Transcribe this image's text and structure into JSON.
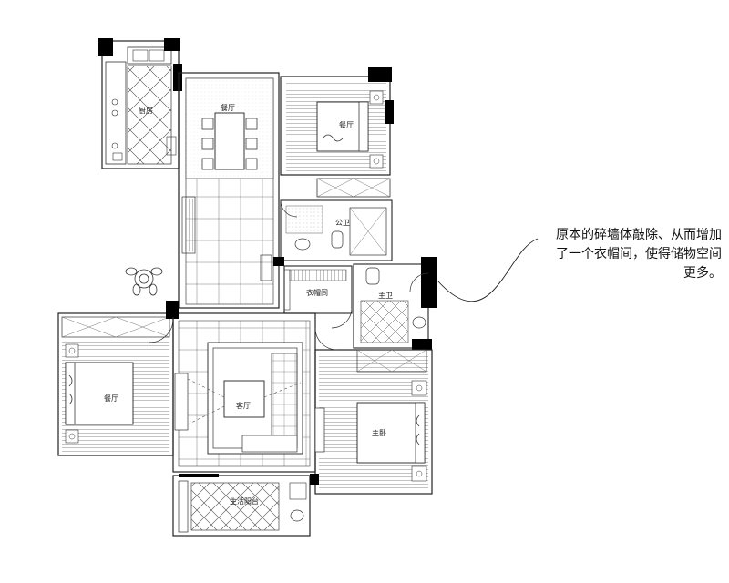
{
  "rooms": {
    "kitchen": "厨房",
    "dining": "餐厅",
    "bedroom_north": "餐厅",
    "public_bath": "公卫",
    "cloakroom": "衣帽间",
    "master_bath": "主卫",
    "bedroom_west": "餐厅",
    "living": "客厅",
    "master_bedroom": "主卧",
    "balcony": "生活阳台"
  },
  "annotation": {
    "line1": "原本的碎墙体敲除、从而增加",
    "line2": "了一个衣帽间，使得储物空间",
    "line3": "更多。"
  },
  "colors": {
    "ink": "#1a1a1a",
    "wall": "#000000",
    "hatch": "#8a8a8a"
  }
}
